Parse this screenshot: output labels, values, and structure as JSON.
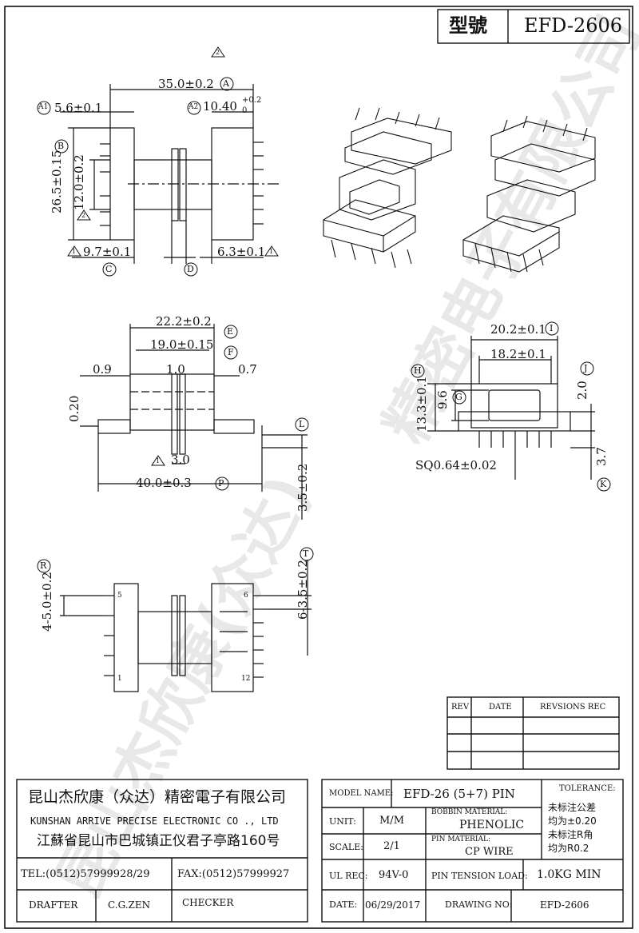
{
  "header": {
    "model_label": "型號",
    "model_value": "EFD-2606"
  },
  "dims": {
    "d35": "35.0±0.2",
    "d5_6": "5.6±0.1",
    "d10_4": "10.40",
    "d10_4_tol": "+0.2",
    "d10_4_tol2": "0",
    "d26_5": "26.5±0.15",
    "d12": "12.0±0.2",
    "d9_7": "9.7±0.1",
    "d6_3": "6.3±0.1",
    "d22_2": "22.2±0.2",
    "d19": "19.0±0.15",
    "d0_9": "0.9",
    "d1_0": "1.0",
    "d0_7": "0.7",
    "d0_20": "0.20",
    "d3_0": "3.0",
    "d40": "40.0±0.3",
    "d3_5": "3.5±0.2",
    "d20_2": "20.2±0.1",
    "d18_2": "18.2±0.1",
    "d13_3": "13.3±0.1",
    "d9_6": "9.6",
    "d2_0": "2.0",
    "d3_7": "3.7",
    "sq": "SQ0.64±0.02",
    "d4_5": "4-5.0±0.2",
    "d6_3_5": "6-3.5±0.2",
    "note_triangle": "2",
    "note_triangle1": "1",
    "pin5": "5",
    "pin1": "1",
    "pin6": "6",
    "pin12": "12"
  },
  "callouts": [
    "A",
    "A1",
    "A2",
    "B",
    "C",
    "D",
    "E",
    "F",
    "H",
    "G",
    "I",
    "J",
    "K",
    "L",
    "P",
    "R",
    "T"
  ],
  "rev_table": {
    "headers": [
      "REV",
      "DATE",
      "REVSIONS  REC"
    ]
  },
  "title_block": {
    "company_cn": "昆山杰欣康（众达）精密電子有限公司",
    "company_en": "KUNSHAN ARRIVE PRECISE ELECTRONIC CO ., LTD",
    "address": "江蘇省昆山市巴城镇正仪君子亭路160号",
    "tel": "TEL:(0512)57999928/29",
    "fax": "FAX:(0512)57999927",
    "drafter_label": "DRAFTER",
    "drafter": "C.G.ZEN",
    "checker_label": "CHECKER",
    "model_name_label": "MODEL NAME:",
    "model_name": "EFD-26 (5+7) PIN",
    "unit_label": "UNIT:",
    "unit": "M/M",
    "bobbin_label": "BOBBIN MATERIAL:",
    "bobbin": "PHENOLIC",
    "scale_label": "SCALE:",
    "scale": "2/1",
    "pin_mat_label": "PIN MATERIAL:",
    "pin_mat": "CP WIRE",
    "ul_label": "UL REC:",
    "ul": "94V-0",
    "tension_label": "PIN TENSION LOAD:",
    "tension": "1.0KG MIN",
    "date_label": "DATE:",
    "date": "06/29/2017",
    "drawing_no_label": "DRAWING NO:",
    "drawing_no": "EFD-2606",
    "tolerance_label": "TOLERANCE:",
    "tol_line1": "未标注公差",
    "tol_line2": "均为±0.20",
    "tol_line3": "未标注R角",
    "tol_line4": "均为R0.2"
  },
  "watermark": [
    "昆山杰欣康(众达)",
    "精密电子有限公司"
  ]
}
